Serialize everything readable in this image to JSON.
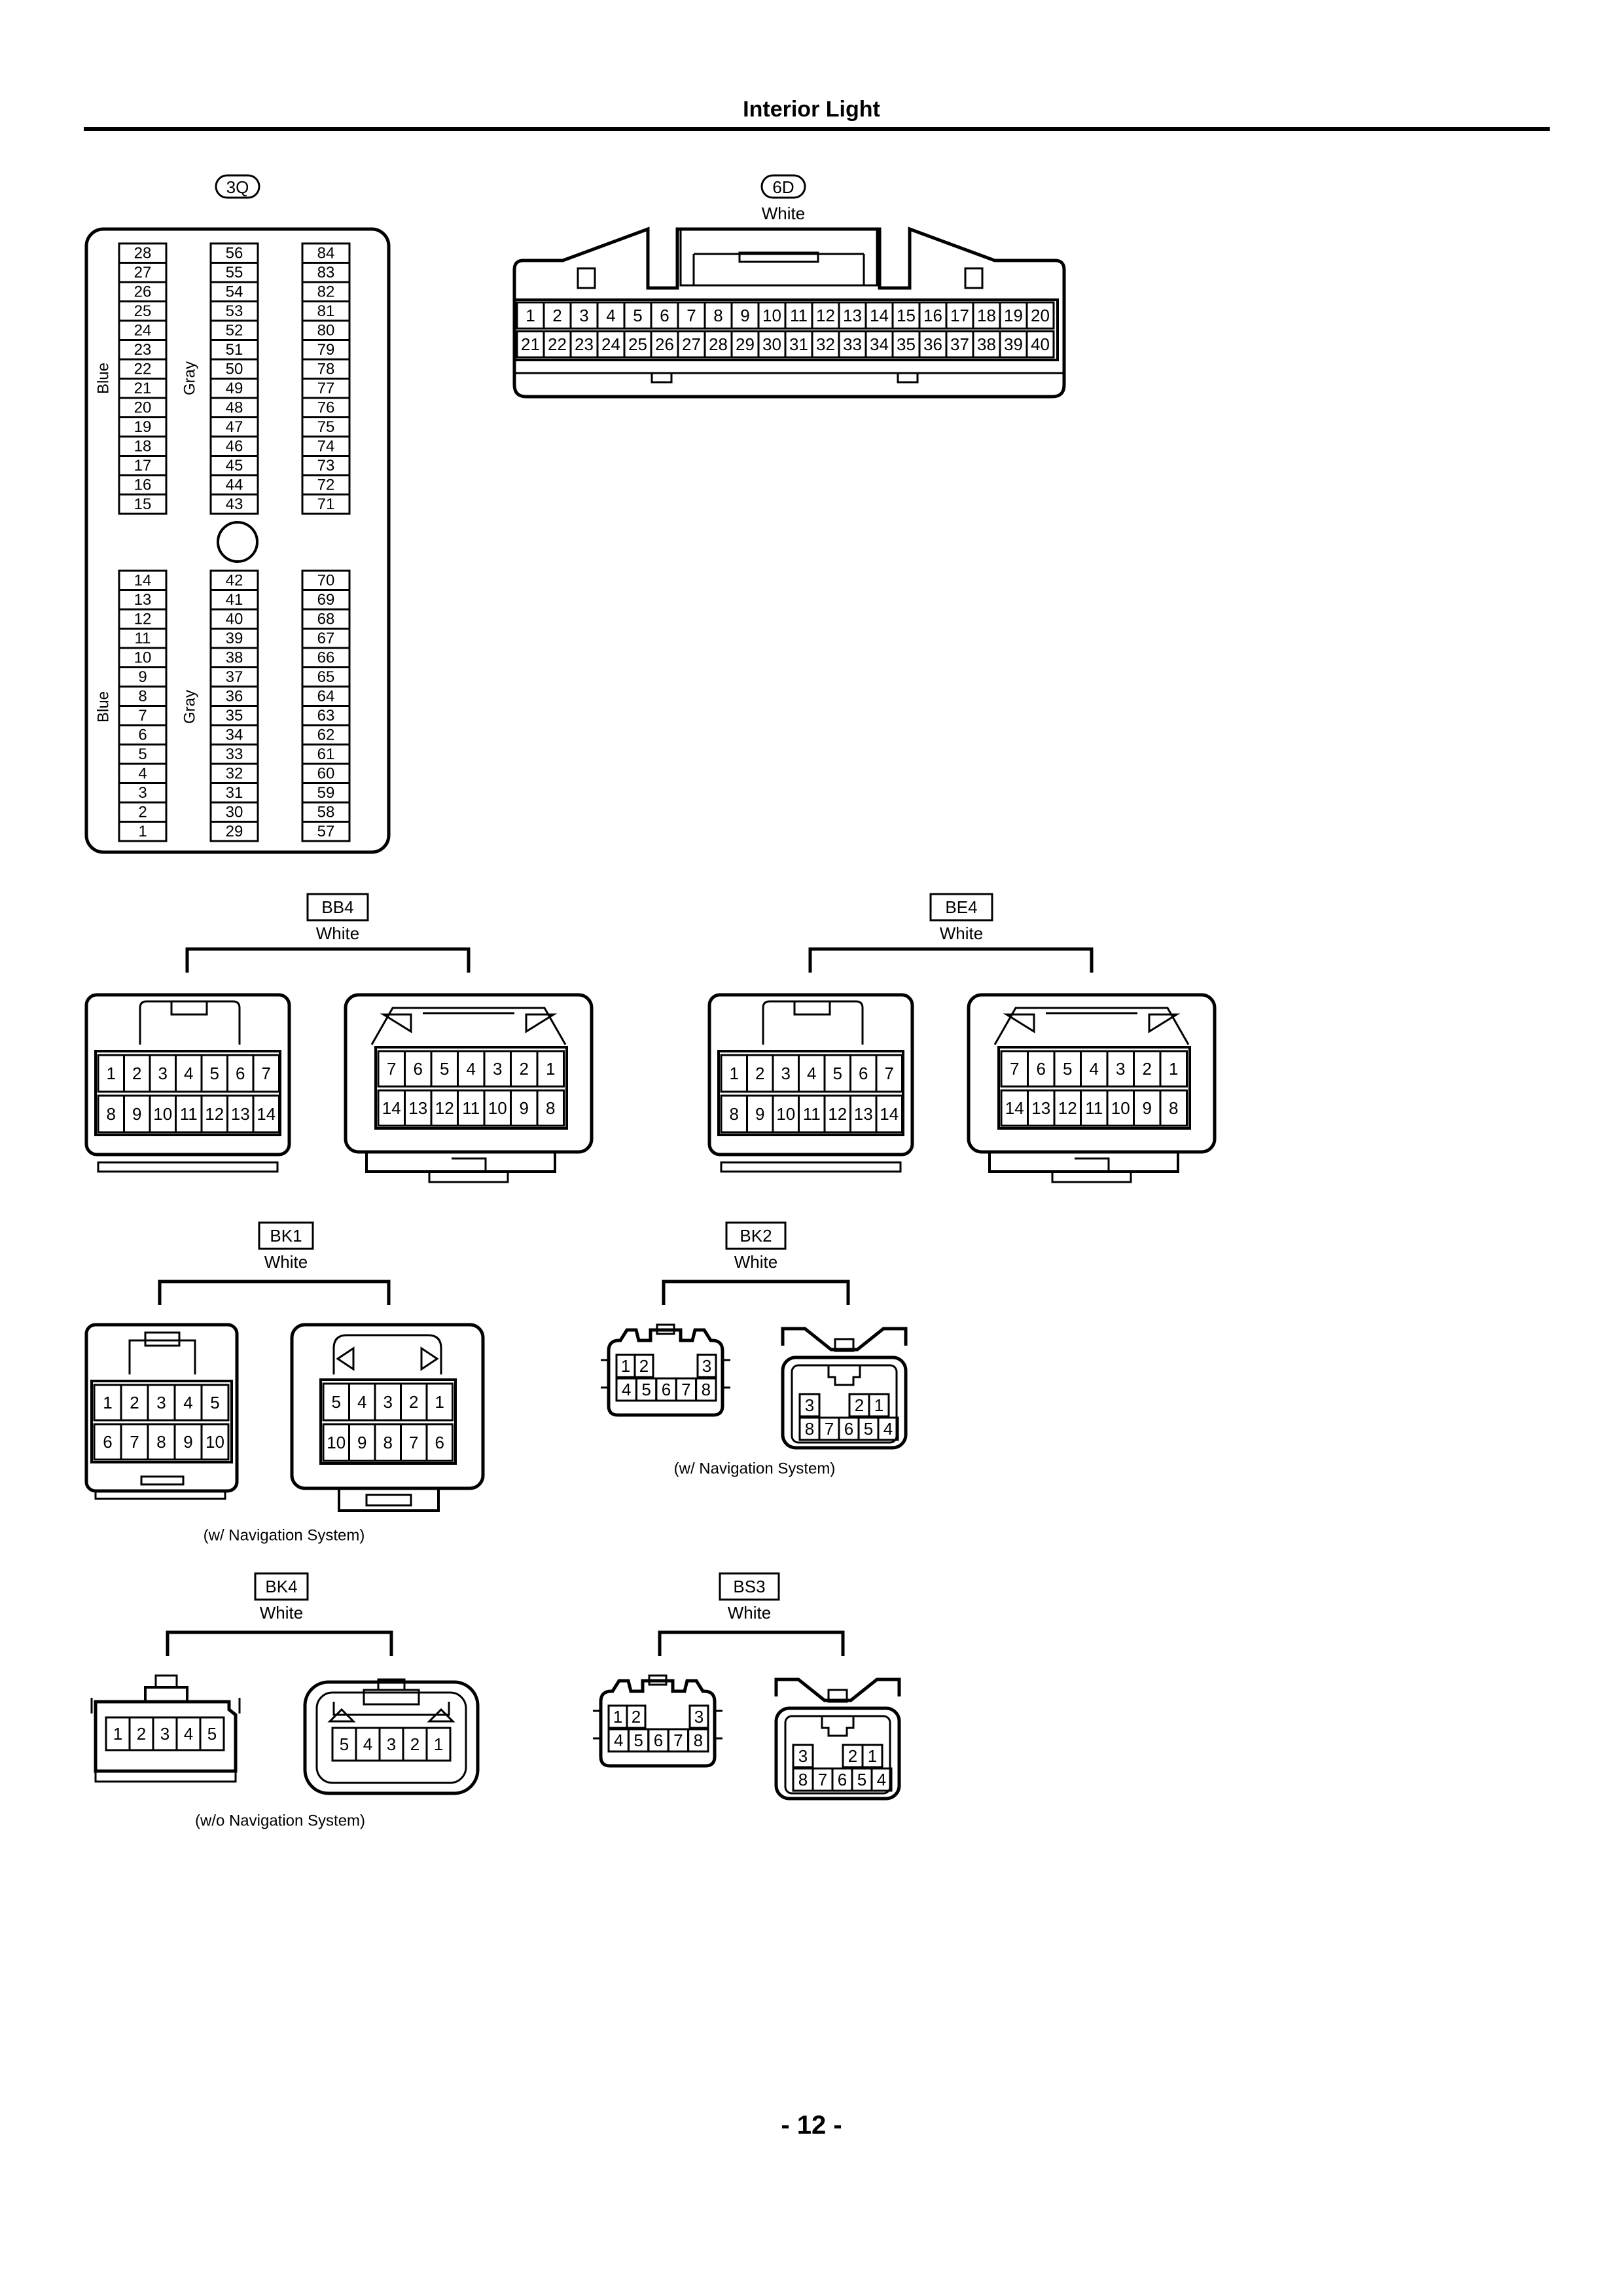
{
  "title": "Interior Light",
  "page_number": "- 12 -",
  "connectors": {
    "c3q": {
      "code": "3Q",
      "colors": {
        "blue": "Blue",
        "gray": "Gray"
      },
      "upper": {
        "c1": [
          "28",
          "27",
          "26",
          "25",
          "24",
          "23",
          "22",
          "21",
          "20",
          "19",
          "18",
          "17",
          "16",
          "15"
        ],
        "c2": [
          "56",
          "55",
          "54",
          "53",
          "52",
          "51",
          "50",
          "49",
          "48",
          "47",
          "46",
          "45",
          "44",
          "43"
        ],
        "c3": [
          "84",
          "83",
          "82",
          "81",
          "80",
          "79",
          "78",
          "77",
          "76",
          "75",
          "74",
          "73",
          "72",
          "71"
        ]
      },
      "lower": {
        "c1": [
          "14",
          "13",
          "12",
          "11",
          "10",
          "9",
          "8",
          "7",
          "6",
          "5",
          "4",
          "3",
          "2",
          "1"
        ],
        "c2": [
          "42",
          "41",
          "40",
          "39",
          "38",
          "37",
          "36",
          "35",
          "34",
          "33",
          "32",
          "31",
          "30",
          "29"
        ],
        "c3": [
          "70",
          "69",
          "68",
          "67",
          "66",
          "65",
          "64",
          "63",
          "62",
          "61",
          "60",
          "59",
          "58",
          "57"
        ]
      }
    },
    "c6d": {
      "code": "6D",
      "color": "White",
      "row1": [
        "1",
        "2",
        "3",
        "4",
        "5",
        "6",
        "7",
        "8",
        "9",
        "10",
        "11",
        "12",
        "13",
        "14",
        "15",
        "16",
        "17",
        "18",
        "19",
        "20"
      ],
      "row2": [
        "21",
        "22",
        "23",
        "24",
        "25",
        "26",
        "27",
        "28",
        "29",
        "30",
        "31",
        "32",
        "33",
        "34",
        "35",
        "36",
        "37",
        "38",
        "39",
        "40"
      ]
    },
    "bb4": {
      "code": "BB4",
      "color": "White",
      "left": {
        "row1": [
          "1",
          "2",
          "3",
          "4",
          "5",
          "6",
          "7"
        ],
        "row2": [
          "8",
          "9",
          "10",
          "11",
          "12",
          "13",
          "14"
        ]
      },
      "right": {
        "row1": [
          "7",
          "6",
          "5",
          "4",
          "3",
          "2",
          "1"
        ],
        "row2": [
          "14",
          "13",
          "12",
          "11",
          "10",
          "9",
          "8"
        ]
      }
    },
    "be4": {
      "code": "BE4",
      "color": "White",
      "left": {
        "row1": [
          "1",
          "2",
          "3",
          "4",
          "5",
          "6",
          "7"
        ],
        "row2": [
          "8",
          "9",
          "10",
          "11",
          "12",
          "13",
          "14"
        ]
      },
      "right": {
        "row1": [
          "7",
          "6",
          "5",
          "4",
          "3",
          "2",
          "1"
        ],
        "row2": [
          "14",
          "13",
          "12",
          "11",
          "10",
          "9",
          "8"
        ]
      }
    },
    "bk1": {
      "code": "BK1",
      "color": "White",
      "note": "(w/ Navigation System)",
      "left": {
        "row1": [
          "1",
          "2",
          "3",
          "4",
          "5"
        ],
        "row2": [
          "6",
          "7",
          "8",
          "9",
          "10"
        ]
      },
      "right": {
        "row1": [
          "5",
          "4",
          "3",
          "2",
          "1"
        ],
        "row2": [
          "10",
          "9",
          "8",
          "7",
          "6"
        ]
      }
    },
    "bk2": {
      "code": "BK2",
      "color": "White",
      "note": "(w/ Navigation System)",
      "left": {
        "row1": [
          "1",
          "2",
          "3"
        ],
        "row2": [
          "4",
          "5",
          "6",
          "7",
          "8"
        ]
      },
      "right": {
        "row1": [
          "3",
          "2",
          "1"
        ],
        "row2": [
          "8",
          "7",
          "6",
          "5",
          "4"
        ]
      }
    },
    "bk4": {
      "code": "BK4",
      "color": "White",
      "note": "(w/o Navigation System)",
      "left": {
        "row1": [
          "1",
          "2",
          "3",
          "4",
          "5"
        ]
      },
      "right": {
        "row1": [
          "5",
          "4",
          "3",
          "2",
          "1"
        ]
      }
    },
    "bs3": {
      "code": "BS3",
      "color": "White",
      "left": {
        "row1": [
          "1",
          "2",
          "3"
        ],
        "row2": [
          "4",
          "5",
          "6",
          "7",
          "8"
        ]
      },
      "right": {
        "row1": [
          "3",
          "2",
          "1"
        ],
        "row2": [
          "8",
          "7",
          "6",
          "5",
          "4"
        ]
      }
    }
  }
}
